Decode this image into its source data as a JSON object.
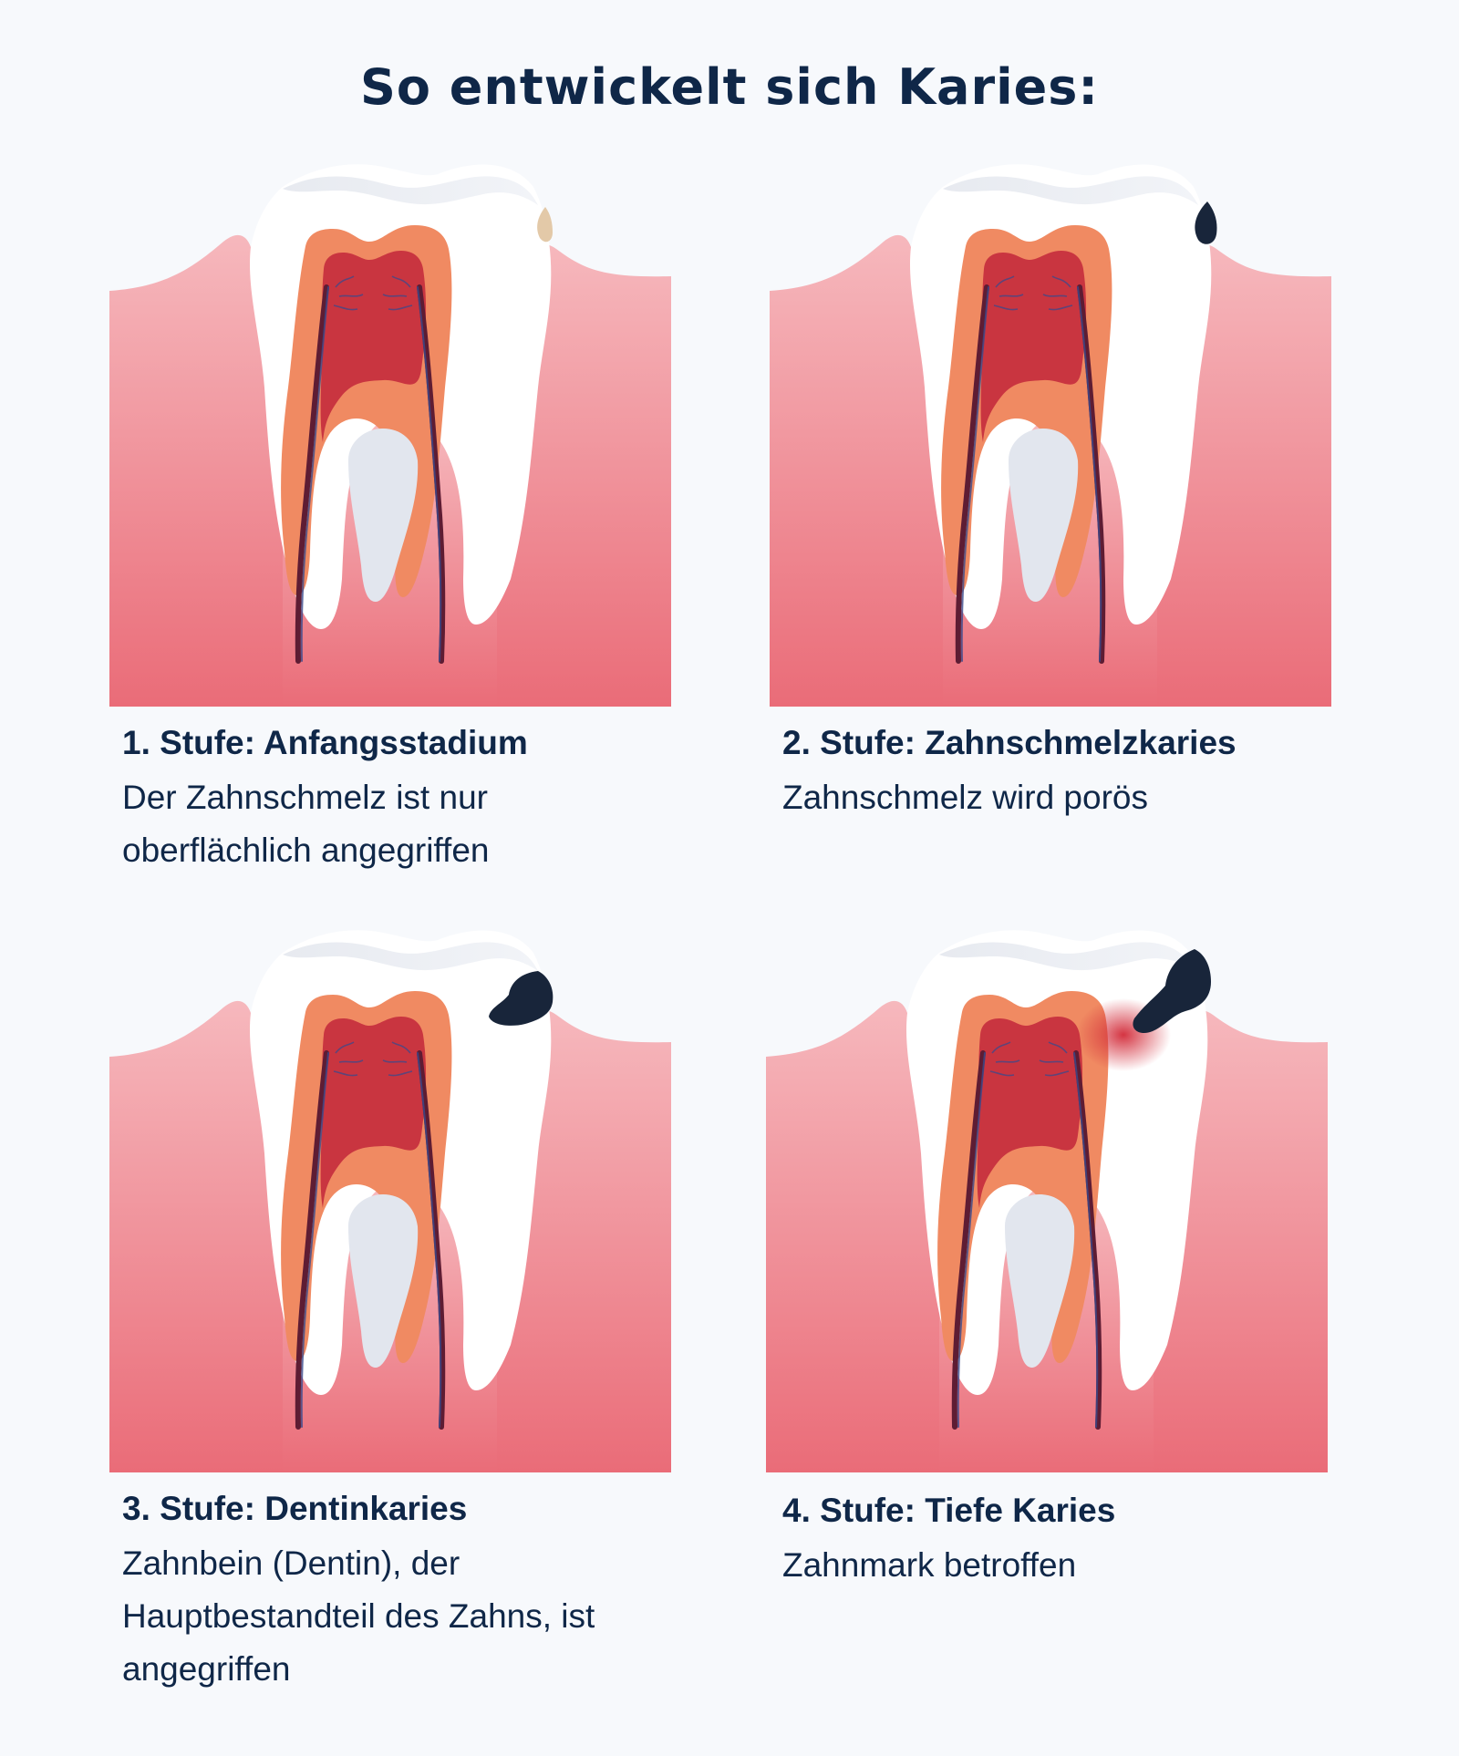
{
  "title": "So entwickelt sich Karies:",
  "colors": {
    "background": "#f7f9fc",
    "text": "#0f2748",
    "gum_top": "#f6b8bd",
    "gum_bottom": "#ea6c78",
    "enamel": "#ffffff",
    "dentin": "#f08a62",
    "pulp": "#c93540",
    "root_gap": "#e2e6ee",
    "caries_initial": "#e3c9a8",
    "caries_dark": "#18253a"
  },
  "stages": [
    {
      "heading": "1. Stufe: Anfangsstadium",
      "description": "Der Zahnschmelz ist nur\noberflächlich angegriffen"
    },
    {
      "heading": "2. Stufe: Zahnschmelzkaries",
      "description": "Zahnschmelz wird porös"
    },
    {
      "heading": "3. Stufe: Dentinkaries",
      "description": "Zahnbein (Dentin), der\nHauptbestandteil des Zahns, ist\nangegriffen"
    },
    {
      "heading": "4. Stufe: Tiefe Karies",
      "description": "Zahnmark betroffen"
    }
  ]
}
